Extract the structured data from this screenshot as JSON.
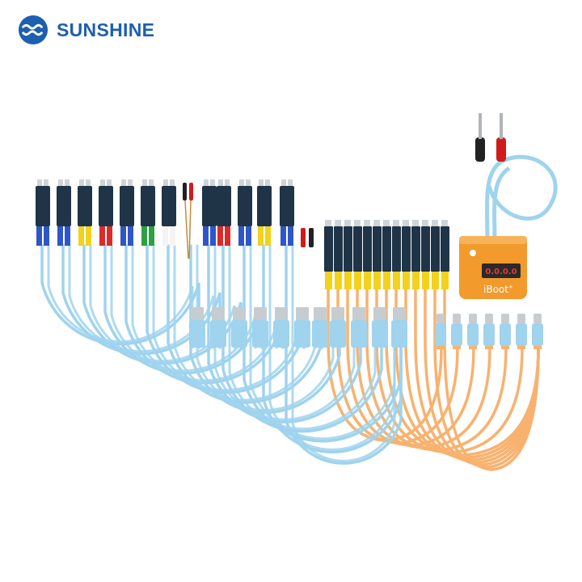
{
  "brand": {
    "name": "SUNSHINE",
    "logo_icon": "sunshine-wave-logo-icon",
    "color": "#1d5fb0"
  },
  "device": {
    "name_icon": "power-boot-box-icon",
    "display_value": "0.0.0.0",
    "model": "iBoot",
    "model_sup": "+",
    "body_color": "#f39a2c",
    "display_color": "#e53935"
  },
  "colors": {
    "blue_cable": "#9fd3ee",
    "orange_cable": "#f8b26f",
    "usb_body": "#9fd3ee",
    "usb_metal": "#c7ccd1",
    "module": "#1f3447",
    "collar_blue": "#2f56c8",
    "collar_yellow": "#f2d21b",
    "collar_red": "#d92b2b",
    "collar_green": "#2ea043",
    "collar_white": "#f4f4f4",
    "plug_black": "#222222",
    "plug_red": "#d11b1b"
  },
  "cable_groups": {
    "blue_top_row": [
      "blue",
      "blue",
      "yellow",
      "red",
      "blue",
      "green",
      "white",
      "clip",
      "blue",
      "red",
      "blue",
      "yellow",
      "blue"
    ],
    "orange_row_count": 13,
    "orange_usb_c_count": 7
  }
}
